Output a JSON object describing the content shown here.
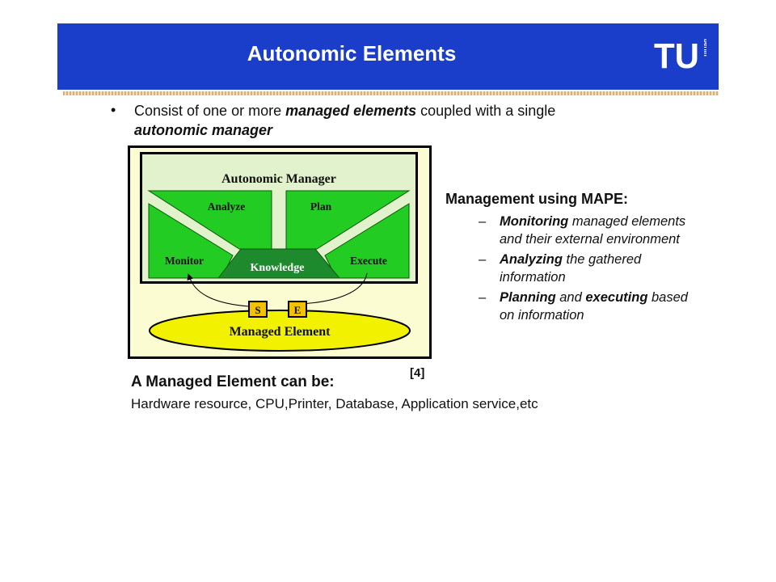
{
  "header": {
    "title": "Autonomic Elements",
    "logo_letters": "TU",
    "logo_small_text": "berlin",
    "background": "#1a3ec9"
  },
  "bullet": {
    "text_1": "Consist of one or more ",
    "bold_1": "managed elements",
    "text_2": " coupled with a single ",
    "bold_2": "autonomic manager"
  },
  "diagram": {
    "manager_title": "Autonomic Manager",
    "analyze": "Analyze",
    "plan": "Plan",
    "monitor": "Monitor",
    "execute": "Execute",
    "knowledge": "Knowledge",
    "sensor": "S",
    "effector": "E",
    "managed_element": "Managed Element",
    "reference": "[4]",
    "colors": {
      "green": "#22cc22",
      "dark_green": "#1e8a2e",
      "yellow": "#f2f200",
      "panel": "#fcfcd2",
      "inner_panel": "#e2f2cc"
    }
  },
  "mape": {
    "heading": "Management using MAPE:",
    "items": [
      {
        "bold": "Monitoring",
        "rest": " managed elements and their external environment"
      },
      {
        "bold": "Analyzing",
        "rest": " the gathered information"
      },
      {
        "bold": "Planning",
        "mid": " and ",
        "bold2": "executing",
        "rest": " based on information"
      }
    ]
  },
  "managed": {
    "heading": "A Managed Element can be:",
    "list": "Hardware resource, CPU,Printer, Database, Application service,etc"
  }
}
